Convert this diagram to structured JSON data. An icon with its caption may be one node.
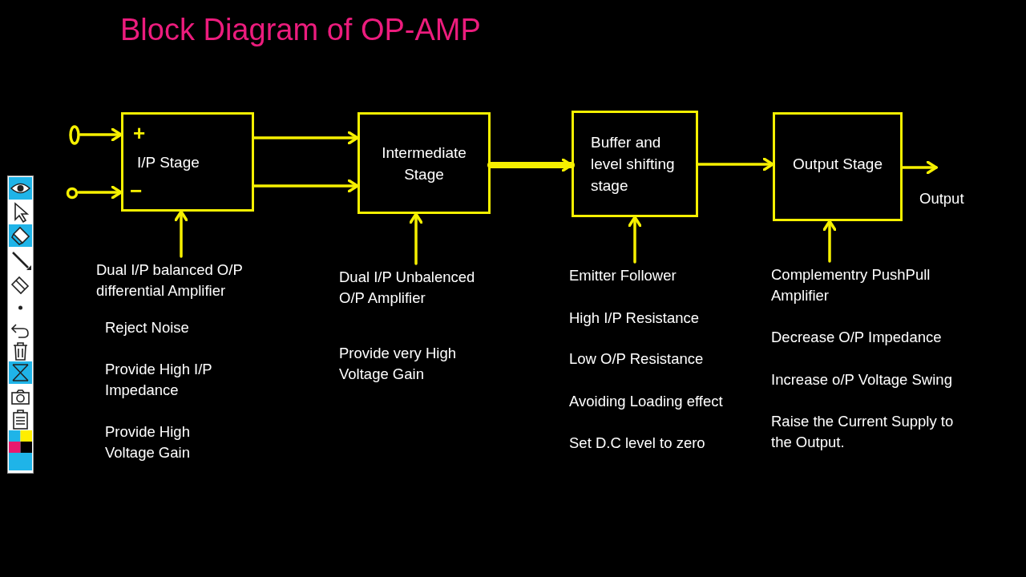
{
  "diagram": {
    "title": "Block Diagram of OP-AMP",
    "nodes": [
      {
        "text": [],
        "shape": "circle"
      },
      {
        "text": [],
        "shape": "circle"
      },
      {
        "text": [
          "+",
          "I/P Stage",
          "−"
        ]
      },
      {
        "text": [
          "Intermediate Stage"
        ]
      },
      {
        "text": [
          "Buffer and level shifting stage"
        ]
      },
      {
        "text": [
          "Output Stage"
        ]
      },
      {
        "text": [
          "Dual I/P balanced O/P differential Amplifier"
        ],
        "beside": [
          "Reject Noise",
          "Provide High I/P Impedance",
          "Provide High Voltage Gain"
        ]
      },
      {
        "text": [
          "Dual I/P Unbalenced O/P Amplifier"
        ],
        "beside": [
          "Provide very High Voltage Gain"
        ]
      },
      {
        "text": [
          "Emitter Follower"
        ],
        "beside": [
          "High I/P Resistance",
          "Low O/P Resistance",
          "Avoiding Loading effect",
          "Set D.C level to zero"
        ]
      },
      {
        "text": [
          "Complementry PushPull Amplifier"
        ],
        "beside": [
          "Decrease O/P Impedance",
          "Increase o/P Voltage Swing",
          "Raise the Current Supply to the Output."
        ]
      }
    ],
    "edges": [
      {
        "from": 0,
        "to": 2,
        "arrow": "to"
      },
      {
        "from": 1,
        "to": 2,
        "arrow": "to"
      },
      {
        "from": 2,
        "to": 3,
        "arrow": "to"
      },
      {
        "from": 2,
        "to": 3,
        "arrow": "to"
      },
      {
        "from": 3,
        "to": 4,
        "arrow": "to",
        "style": "thick"
      },
      {
        "from": 4,
        "to": 5,
        "arrow": "to"
      },
      {
        "from": 5,
        "to": null,
        "arrow": "to"
      },
      {
        "from": 6,
        "to": 2,
        "arrow": "to"
      },
      {
        "from": 7,
        "to": 3,
        "arrow": "to"
      },
      {
        "from": 8,
        "to": 4,
        "arrow": "to"
      },
      {
        "from": 9,
        "to": 5,
        "arrow": "to"
      }
    ],
    "labels": [
      "Output"
    ]
  }
}
